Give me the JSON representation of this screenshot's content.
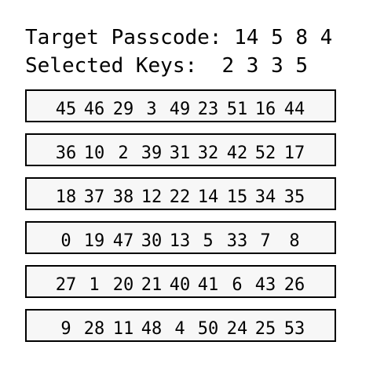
{
  "header": {
    "target_label": "Target Passcode:",
    "target_digits": "14 5 8 4",
    "selected_label": "Selected Keys:",
    "selected_digits": "2 3 3 5"
  },
  "keypad": {
    "rows": [
      [
        "45",
        "46",
        "29",
        "3",
        "49",
        "23",
        "51",
        "16",
        "44"
      ],
      [
        "36",
        "10",
        "2",
        "39",
        "31",
        "32",
        "42",
        "52",
        "17"
      ],
      [
        "18",
        "37",
        "38",
        "12",
        "22",
        "14",
        "15",
        "34",
        "35"
      ],
      [
        "0",
        "19",
        "47",
        "30",
        "13",
        "5",
        "33",
        "7",
        "8"
      ],
      [
        "27",
        "1",
        "20",
        "21",
        "40",
        "41",
        "6",
        "43",
        "26"
      ],
      [
        "9",
        "28",
        "11",
        "48",
        "4",
        "50",
        "24",
        "25",
        "53"
      ]
    ]
  }
}
